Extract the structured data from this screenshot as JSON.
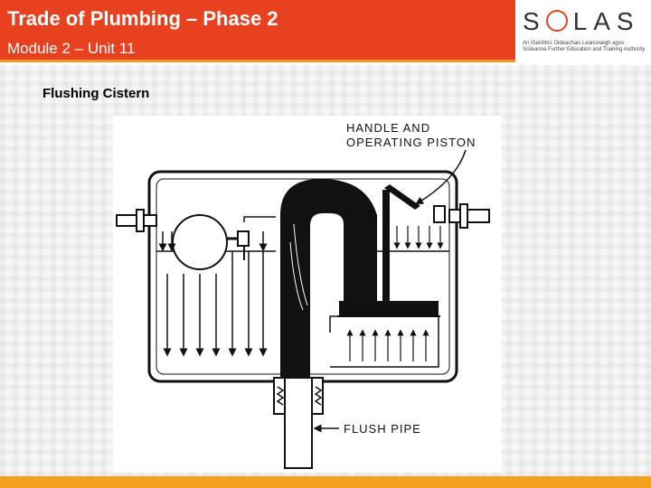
{
  "header": {
    "title": "Trade of Plumbing – Phase 2",
    "subtitle": "Module 2 – Unit 11"
  },
  "logo": {
    "text_before": "S",
    "text_after": "LAS",
    "tagline": "An tSeirbhís Oideachais Leanúnaigh agus Scileanna Further Education and Training Authority"
  },
  "slide": {
    "heading": "Flushing Cistern"
  },
  "diagram": {
    "label_handle_line1": "HANDLE  AND",
    "label_handle_line2": "OPERATING  PISTON",
    "label_flush_pipe": "FLUSH  PIPE"
  },
  "colors": {
    "header_bg": "#e8411f",
    "header_stripe": "#f19a26",
    "footer": "#f4a21d"
  }
}
